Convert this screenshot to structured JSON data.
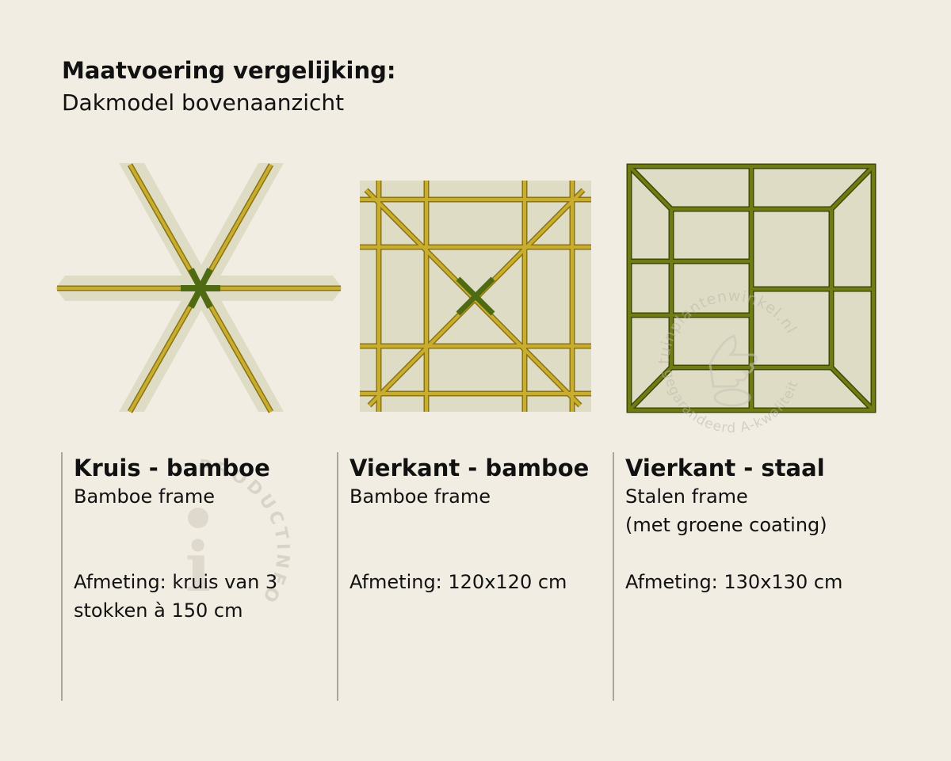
{
  "header": {
    "title": "Maatvoering vergelijking:",
    "subtitle": "Dakmodel bovenaanzicht"
  },
  "colors": {
    "background": "#f1ede2",
    "panel": "#dfdcc6",
    "bamboo": "#c9ad2f",
    "bamboo_edge": "#8a7413",
    "joint": "#4e6a12",
    "steel": "#6e7c13",
    "steel_edge": "#3f4a06"
  },
  "columns": [
    {
      "title": "Kruis - bamboe",
      "subtitle": "Bamboe frame",
      "dimension": "Afmeting: kruis van 3\nstokken à 150 cm"
    },
    {
      "title": "Vierkant - bamboe",
      "subtitle": "Bamboe frame",
      "dimension": "Afmeting: 120x120 cm"
    },
    {
      "title": "Vierkant -  staal",
      "subtitle": "Stalen frame\n(met groene coating)",
      "dimension": "Afmeting: 130x130 cm"
    }
  ],
  "watermarks": {
    "productinfo": "PRODUCTINFO",
    "productinfo_letter": "i",
    "tuinplantenwinkel": "tuinplantenwinkel.nl",
    "garantie": "gegarandeerd A-kwaliteit"
  }
}
